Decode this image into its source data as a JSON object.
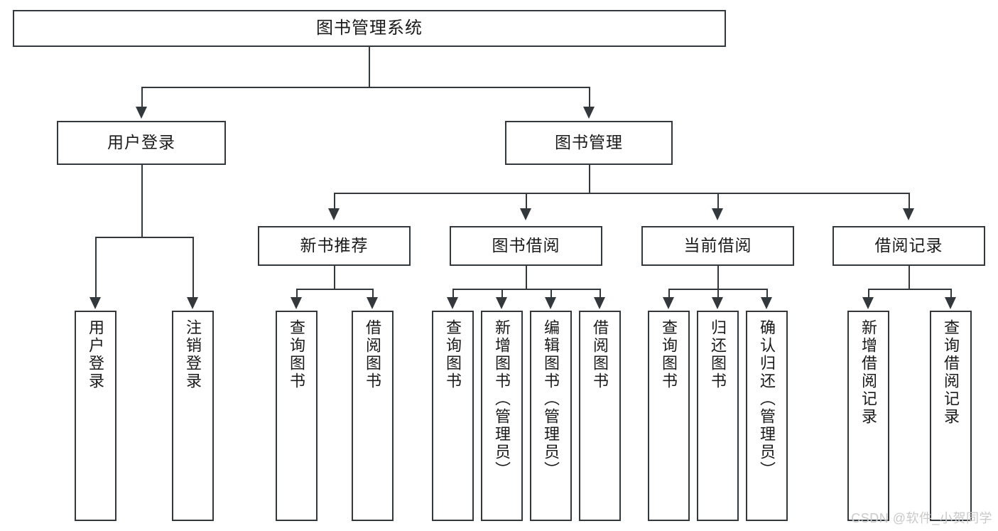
{
  "diagram": {
    "title": "图书管理系统",
    "root": {
      "label": "图书管理系统"
    },
    "level2": [
      {
        "label": "用户登录"
      },
      {
        "label": "图书管理"
      }
    ],
    "level3": [
      {
        "label": "新书推荐"
      },
      {
        "label": "图书借阅"
      },
      {
        "label": "当前借阅"
      },
      {
        "label": "借阅记录"
      }
    ],
    "leaves": {
      "user_login": [
        {
          "label": "用户登录"
        },
        {
          "label": "注销登录"
        }
      ],
      "new_book_recommend": [
        {
          "label": "查询图书"
        },
        {
          "label": "借阅图书"
        }
      ],
      "book_borrow": [
        {
          "label": "查询图书"
        },
        {
          "label": "新增图书（管理员）"
        },
        {
          "label": "编辑图书（管理员）"
        },
        {
          "label": "借阅图书"
        }
      ],
      "current_borrow": [
        {
          "label": "查询图书"
        },
        {
          "label": "归还图书"
        },
        {
          "label": "确认归还（管理员）"
        }
      ],
      "borrow_record": [
        {
          "label": "新增借阅记录"
        },
        {
          "label": "查询借阅记录"
        }
      ]
    }
  },
  "watermark": {
    "text": "CSDN @软件_小贺同学"
  },
  "colors": {
    "stroke": "#33383d",
    "box_fill": "#ffffff",
    "text": "#1a1a1a",
    "watermark": "#c9c9c9"
  }
}
